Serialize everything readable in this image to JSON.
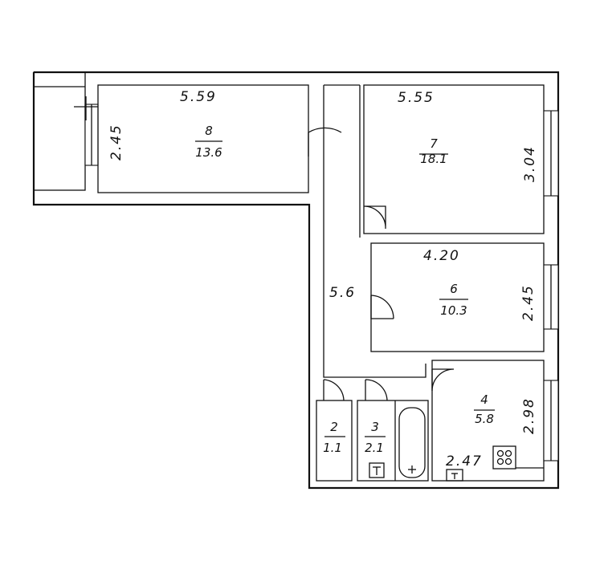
{
  "plan": {
    "rooms": [
      {
        "id": "8",
        "number": "8",
        "area": "13.6",
        "width": "5.59",
        "depth": "2.45"
      },
      {
        "id": "7",
        "number": "7",
        "area": "18.1",
        "width": "5.55",
        "depth": "3.04"
      },
      {
        "id": "6",
        "number": "6",
        "area": "10.3",
        "width": "4.20",
        "depth": "2.45"
      },
      {
        "id": "4",
        "number": "4",
        "area": "5.8",
        "width": "2.47",
        "depth": "2.98"
      },
      {
        "id": "2",
        "number": "2",
        "area": "1.1"
      },
      {
        "id": "3",
        "number": "3",
        "area": "2.1"
      }
    ],
    "corridor": {
      "length": "5.6"
    }
  }
}
